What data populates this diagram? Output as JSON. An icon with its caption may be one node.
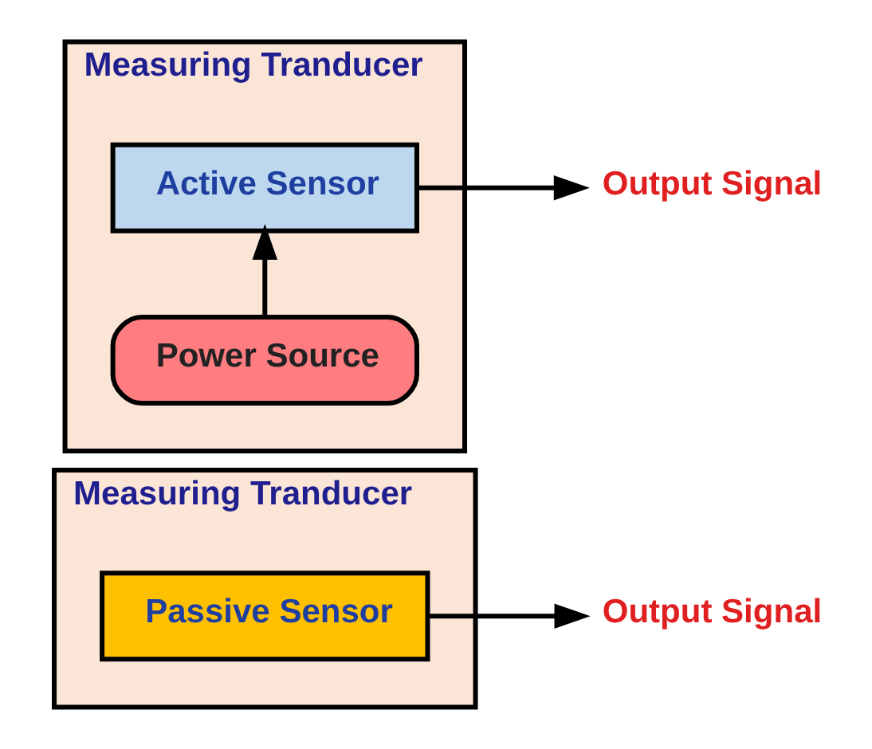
{
  "diagram": {
    "nodes": [
      {
        "text": [
          "Measuring Tranducer"
        ]
      },
      {
        "text": [
          "Passive Sensor"
        ],
        "in": 0
      },
      {
        "text": [
          "Output Signal"
        ]
      },
      {
        "text": [
          "Measuring Tranducer"
        ]
      },
      {
        "text": [
          "Power Source"
        ],
        "in": 3
      },
      {
        "text": [
          "Active Sensor"
        ],
        "in": 3
      },
      {
        "text": [
          "Output Signal"
        ]
      }
    ],
    "edges": [
      {
        "from": 1,
        "to": 2,
        "arrow": "to"
      },
      {
        "from": 4,
        "to": 5,
        "arrow": "to"
      },
      {
        "from": 5,
        "to": 6,
        "arrow": "to"
      }
    ]
  }
}
